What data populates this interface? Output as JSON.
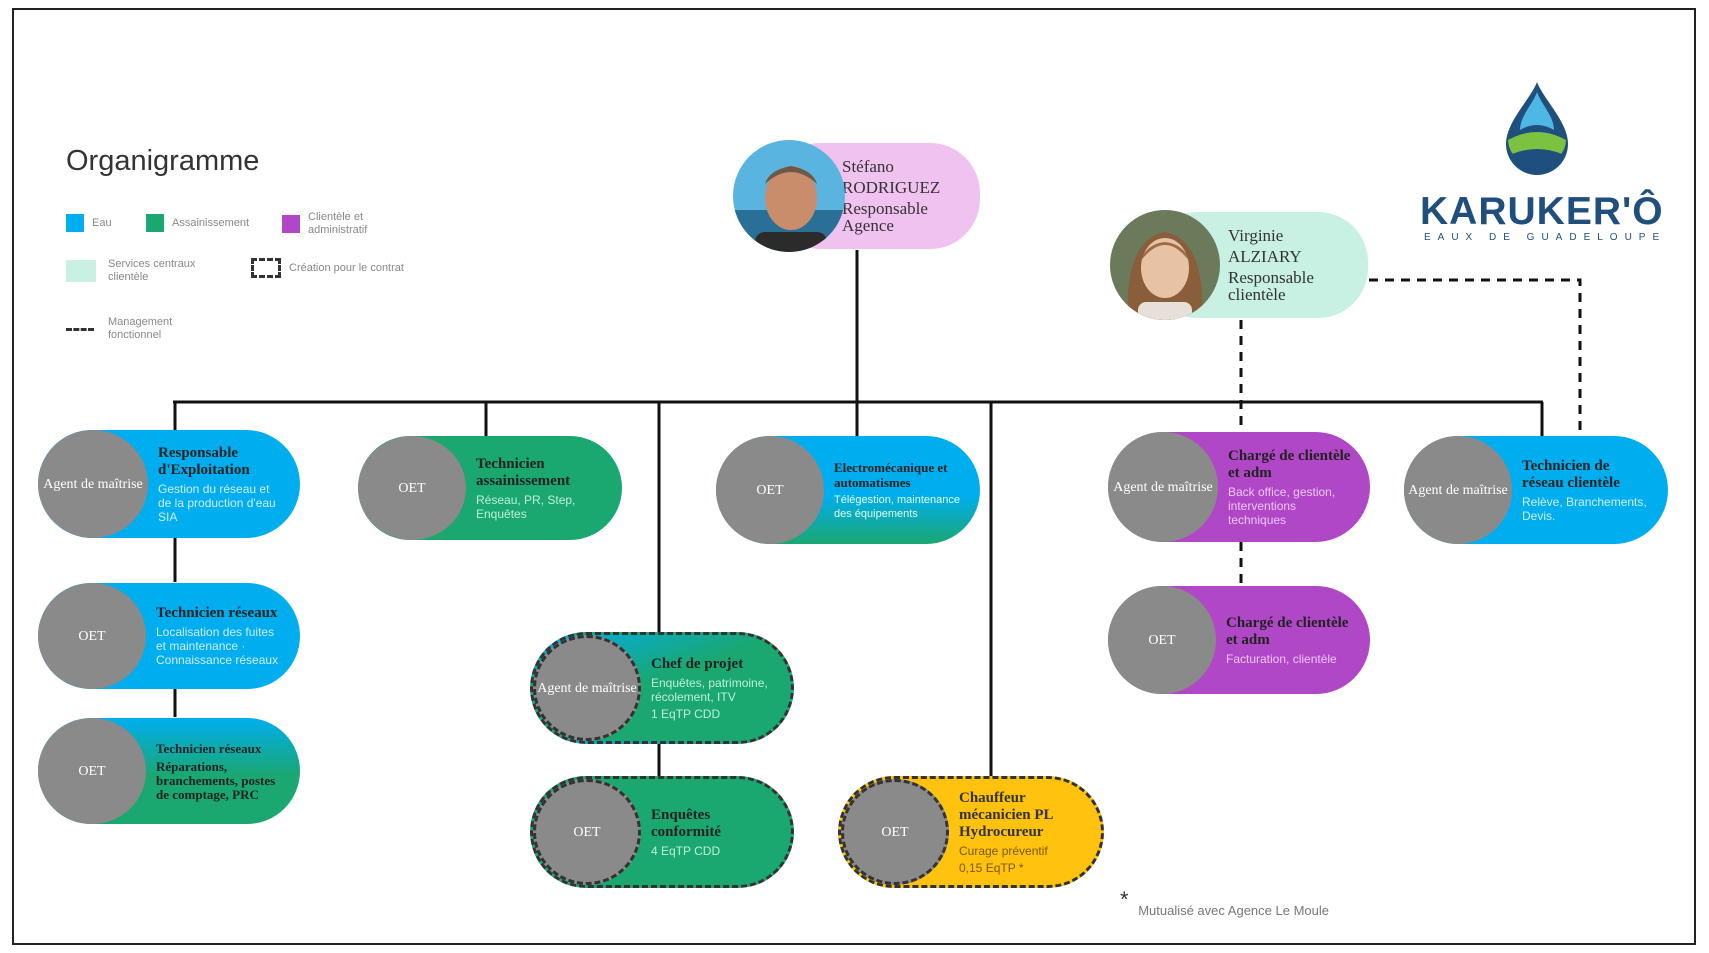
{
  "title": "Organigramme",
  "colors": {
    "eau": "#00aeef",
    "assainissement": "#1aa770",
    "clientele": "#b047c7",
    "services": "#c8f0e3",
    "manager": "#f0c2f0",
    "yellow": "#ffc20e",
    "grey": "#8a8a8a"
  },
  "legend": {
    "eau": "Eau",
    "assainissement": "Assainissement",
    "clientele": "Clientèle et administratif",
    "services": "Services centraux clientèle",
    "creation": "Création pour le contrat",
    "management": "Management fonctionnel"
  },
  "manager": {
    "first": "Stéfano",
    "last": "RODRIGUEZ",
    "role1": "Responsable",
    "role2": "Agence"
  },
  "client_lead": {
    "first": "Virginie",
    "last": "ALZIARY",
    "role1": "Responsable",
    "role2": "clientèle"
  },
  "logo": {
    "name": "KARUKER'Ô",
    "tagline": "EAUX DE GUADELOUPE",
    "icon": "water-drop-icon"
  },
  "nodes": {
    "resp_expl": {
      "badge": "Agent de maîtrise",
      "title": "Responsable d'Exploitation",
      "desc": "Gestion du réseau et de la production d'eau SIA"
    },
    "tech_res_1": {
      "badge": "OET",
      "title": "Technicien réseaux",
      "desc": "Localisation des fuites et maintenance · Connaissance réseaux"
    },
    "tech_res_2": {
      "badge": "OET",
      "title": "Technicien réseaux",
      "desc": "Réparations, branchements, postes de comptage, PRC"
    },
    "tech_assain": {
      "badge": "OET",
      "title": "Technicien assainissement",
      "desc": "Réseau, PR, Step, Enquêtes"
    },
    "chef_projet": {
      "badge": "Agent de maîtrise",
      "title": "Chef de projet",
      "desc": "Enquêtes, patrimoine, récolement, ITV",
      "extra": "1 EqTP CDD"
    },
    "enquetes": {
      "badge": "OET",
      "title": "Enquêtes conformité",
      "desc": "4 EqTP CDD"
    },
    "electro": {
      "badge": "OET",
      "title": "Electromécanique et automatismes",
      "desc": "Télégestion, maintenance des équipements"
    },
    "chauffeur": {
      "badge": "OET",
      "title": "Chauffeur mécanicien PL Hydrocureur",
      "desc": "Curage préventif",
      "extra": "0,15 EqTP *"
    },
    "charge_1": {
      "badge": "Agent de maîtrise",
      "title": "Chargé de clientèle et adm",
      "desc": "Back office, gestion, interventions techniques"
    },
    "charge_2": {
      "badge": "OET",
      "title": "Chargé de clientèle et adm",
      "desc": "Facturation, clientèle"
    },
    "tech_reseau_client": {
      "badge": "Agent de maîtrise",
      "title": "Technicien de réseau clientèle",
      "desc": "Relève, Branchements, Devis."
    }
  },
  "footnote": {
    "star": "*",
    "text": "Mutualisé avec Agence Le Moule"
  }
}
